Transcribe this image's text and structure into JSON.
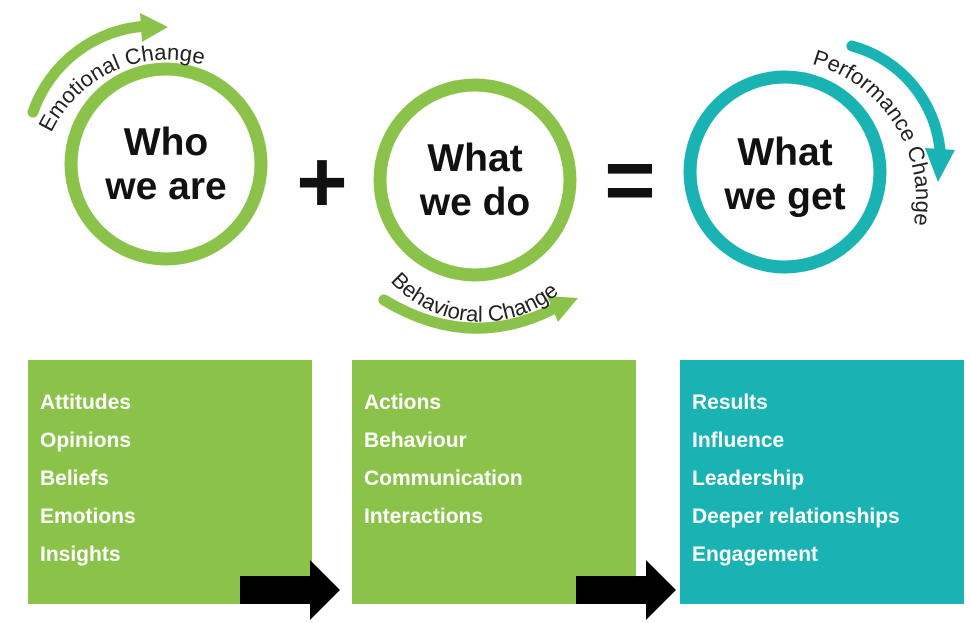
{
  "colors": {
    "green": "#8bc34a",
    "teal": "#1ab3b3",
    "black": "#000000",
    "white": "#ffffff",
    "text": "#111111"
  },
  "circles": [
    {
      "line1": "Who",
      "line2": "we are",
      "color_key": "green"
    },
    {
      "line1": "What",
      "line2": "we do",
      "color_key": "green"
    },
    {
      "line1": "What",
      "line2": "we get",
      "color_key": "teal"
    }
  ],
  "operators": {
    "plus": "+",
    "equals": "="
  },
  "change_labels": {
    "emotional": "Emotional Change",
    "behavioral": "Behavioral Change",
    "performance": "Performance Change"
  },
  "boxes": [
    {
      "color_key": "green",
      "items": [
        "Attitudes",
        "Opinions",
        "Beliefs",
        "Emotions",
        "Insights"
      ]
    },
    {
      "color_key": "green",
      "items": [
        "Actions",
        "Behaviour",
        "Communication",
        "Interactions"
      ]
    },
    {
      "color_key": "teal",
      "items": [
        "Results",
        "Influence",
        "Leadership",
        "Deeper relationships",
        "Engagement"
      ]
    }
  ]
}
